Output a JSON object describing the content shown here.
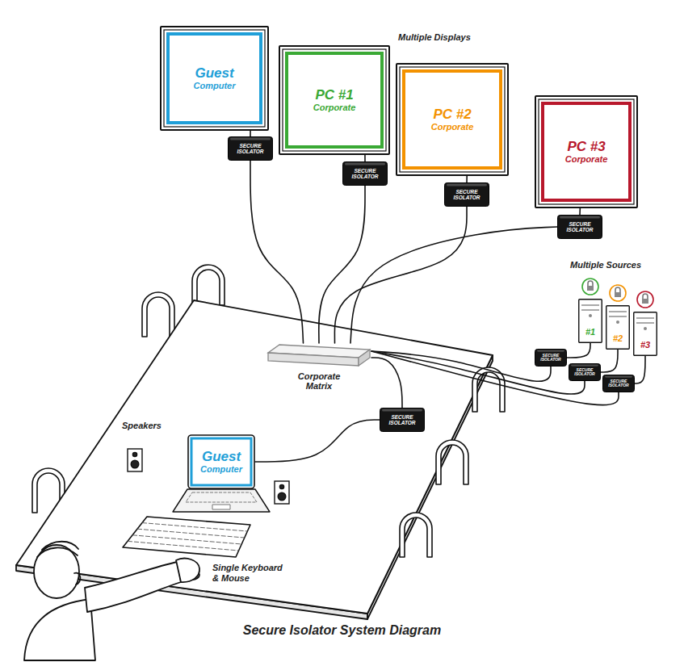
{
  "diagram": {
    "caption": "Secure Isolator System Diagram",
    "nodes": [
      {
        "text": [
          "Guest",
          "Computer"
        ]
      },
      {
        "text": [
          "PC #1",
          "Corporate"
        ]
      },
      {
        "text": [
          "PC #2",
          "Corporate"
        ]
      },
      {
        "text": [
          "PC #3",
          "Corporate"
        ]
      },
      {
        "text": [
          "SECURE ISOLATOR"
        ]
      },
      {
        "text": [
          "SECURE ISOLATOR"
        ]
      },
      {
        "text": [
          "SECURE ISOLATOR"
        ]
      },
      {
        "text": [
          "SECURE ISOLATOR"
        ]
      },
      {
        "text": [
          "#1"
        ]
      },
      {
        "text": [
          "#2"
        ]
      },
      {
        "text": [
          "#3"
        ]
      },
      {
        "text": [
          "Corporate Matrix"
        ]
      },
      {
        "text": [
          "SECURE ISOLATOR"
        ]
      },
      {
        "text": [
          "SECURE ISOLATOR"
        ]
      },
      {
        "text": [
          "SECURE ISOLATOR"
        ]
      },
      {
        "text": [
          "SECURE ISOLATOR"
        ]
      },
      {
        "text": [
          "Guest",
          "Computer"
        ]
      }
    ],
    "edges": [
      {
        "from": 0,
        "to": 4,
        "arrow": "none"
      },
      {
        "from": 1,
        "to": 5,
        "arrow": "none"
      },
      {
        "from": 2,
        "to": 6,
        "arrow": "none"
      },
      {
        "from": 3,
        "to": 7,
        "arrow": "none"
      },
      {
        "from": 4,
        "to": 11,
        "arrow": "none"
      },
      {
        "from": 5,
        "to": 11,
        "arrow": "none"
      },
      {
        "from": 6,
        "to": 11,
        "arrow": "none"
      },
      {
        "from": 7,
        "to": 11,
        "arrow": "none"
      },
      {
        "from": 11,
        "to": 12,
        "arrow": "none"
      },
      {
        "from": 11,
        "to": 13,
        "arrow": "none"
      },
      {
        "from": 11,
        "to": 14,
        "arrow": "none"
      },
      {
        "from": 12,
        "to": 8,
        "arrow": "none"
      },
      {
        "from": 13,
        "to": 9,
        "arrow": "none"
      },
      {
        "from": 14,
        "to": 10,
        "arrow": "none"
      },
      {
        "from": 16,
        "to": 15,
        "arrow": "none"
      },
      {
        "from": 15,
        "to": 11,
        "arrow": "none"
      }
    ],
    "labels": [
      "Multiple Displays",
      "Multiple Sources",
      "Speakers",
      "Single Keyboard & Mouse"
    ]
  }
}
